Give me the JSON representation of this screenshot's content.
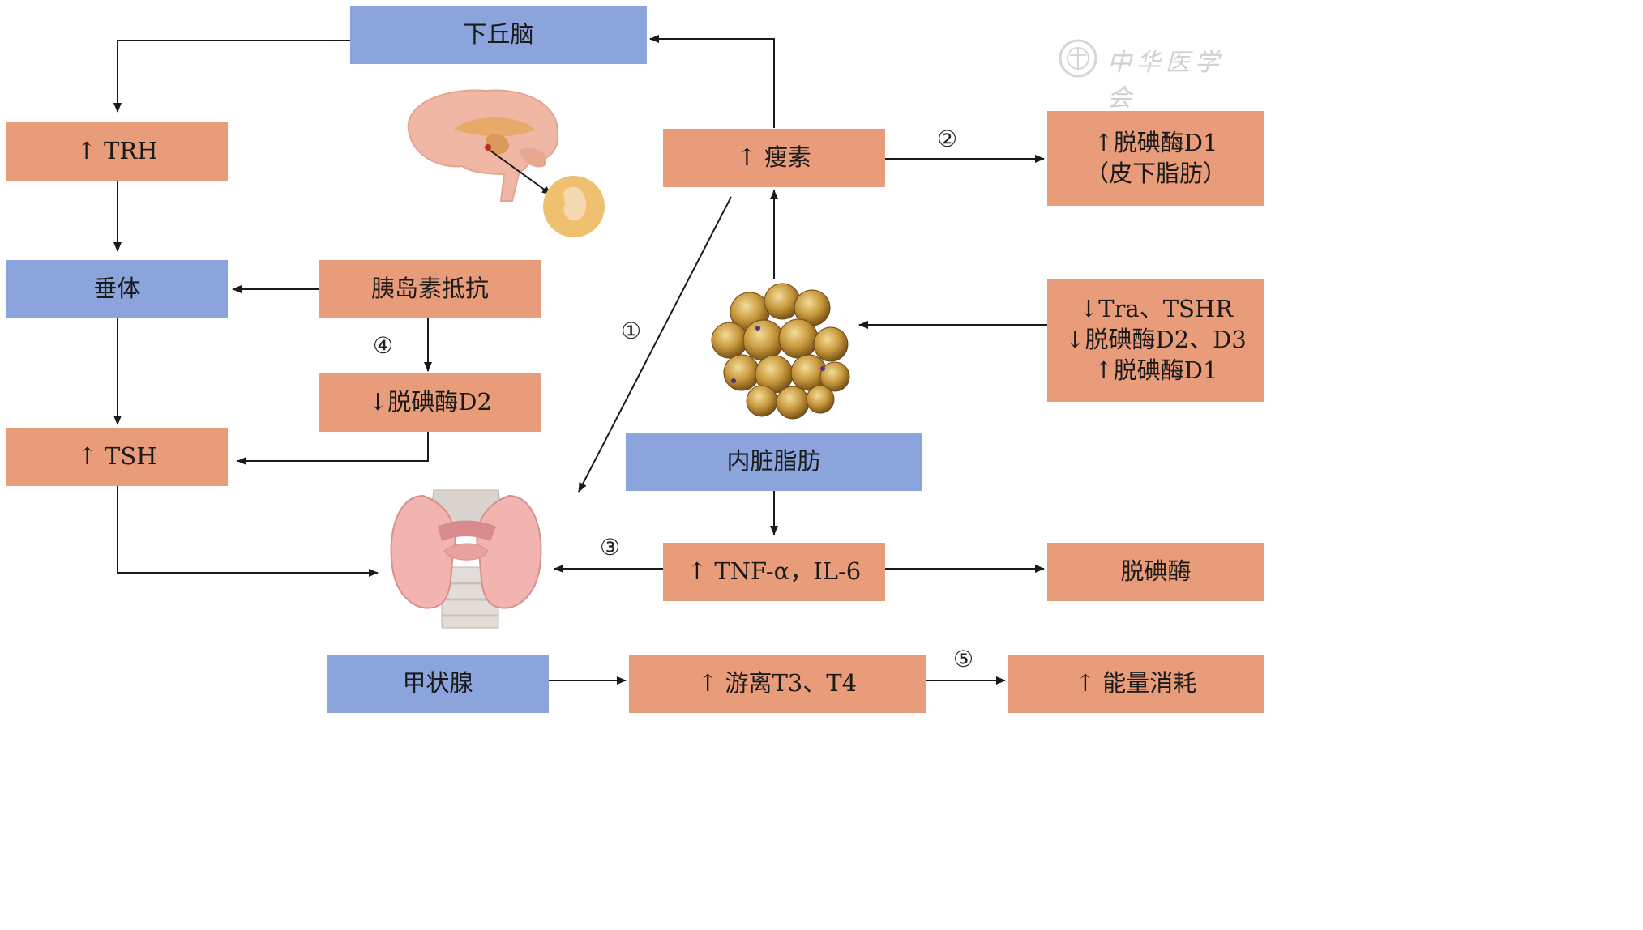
{
  "boxes": {
    "hypothalamus": "下丘脑",
    "trh": "↑ TRH",
    "pituitary": "垂体",
    "tsh": "↑ TSH",
    "insulin_resistance": "胰岛素抵抗",
    "deiodinase_d2_down": "↓脱碘酶D2",
    "leptin": "↑ 瘦素",
    "deiodinase_d1_subcut": "↑脱碘酶D1\n（皮下脂肪）",
    "adipocyte_changes": "↓Tra、TSHR\n↓脱碘酶D2、D3\n↑脱碘酶D1",
    "visceral_fat": "内脏脂肪",
    "tnf_il6": "↑ TNF-α，IL-6",
    "deiodinase": "脱碘酶",
    "thyroid": "甲状腺",
    "free_t3_t4": "↑ 游离T3、T4",
    "energy_expenditure": "↑ 能量消耗"
  },
  "step_numbers": {
    "one": "①",
    "two": "②",
    "three": "③",
    "four": "④",
    "five": "⑤"
  },
  "watermark": "中华医学会",
  "colors": {
    "blue_box": "#8ba4dc",
    "orange_box": "#e99c79",
    "arrow": "#1a1a1a"
  }
}
